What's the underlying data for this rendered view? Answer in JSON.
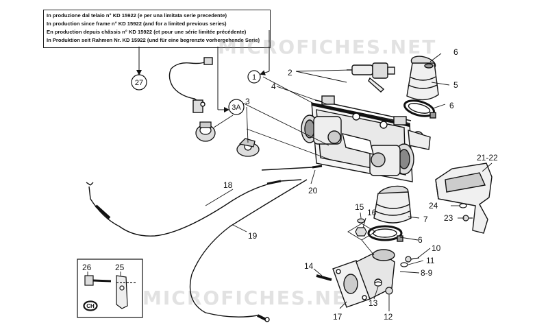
{
  "notes": [
    "In produzione dal telaio n° KD 15922 (e per una limitata serie precedente)",
    "In production since frame n° KD 15922 (and for a limited previous series)",
    "En production depuis châssis n° KD 15922 (et pour une série limitée précédente)",
    "In Produktion seit Rahmen Nr. KD 15922 (und für eine begrenzte vorhergehende Serie)"
  ],
  "watermark": "MICROFICHES.NET",
  "callouts": {
    "c1": "1",
    "c2": "2",
    "c3": "3",
    "c3a": "3A",
    "c4": "4",
    "c5": "5",
    "c6a": "6",
    "c6b": "6",
    "c6c": "6",
    "c7": "7",
    "c8_9": "8-9",
    "c10": "10",
    "c11": "11",
    "c12": "12",
    "c13": "13",
    "c14": "14",
    "c15": "15",
    "c16": "16",
    "c17": "17",
    "c18": "18",
    "c19": "19",
    "c20": "20",
    "c21_22": "21-22",
    "c23": "23",
    "c24": "24",
    "c25": "25",
    "c26": "26",
    "c27": "27"
  },
  "inset_badge": "CH"
}
